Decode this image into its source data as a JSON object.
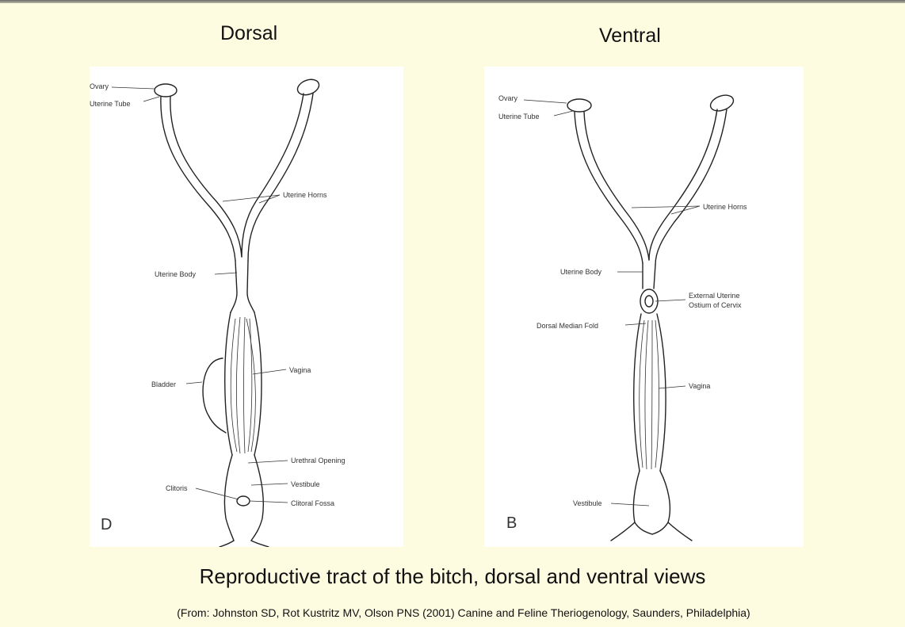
{
  "titles": {
    "dorsal": "Dorsal",
    "ventral": "Ventral"
  },
  "dorsal_panel": {
    "letter": "D",
    "labels": {
      "ovary": "Ovary",
      "uterine_tube": "Uterine Tube",
      "uterine_horns": "Uterine Horns",
      "uterine_body": "Uterine Body",
      "bladder": "Bladder",
      "vagina": "Vagina",
      "urethral_opening": "Urethral Opening",
      "vestibule": "Vestibule",
      "clitoris": "Clitoris",
      "clitoral_fossa": "Clitoral Fossa"
    }
  },
  "ventral_panel": {
    "letter": "B",
    "labels": {
      "ovary": "Ovary",
      "uterine_tube": "Uterine Tube",
      "uterine_horns": "Uterine Horns",
      "uterine_body": "Uterine Body",
      "external_uterine_1": "External Uterine",
      "external_uterine_2": "Ostium of Cervix",
      "dorsal_median_fold": "Dorsal Median Fold",
      "vagina": "Vagina",
      "vestibule": "Vestibule"
    }
  },
  "caption": "Reproductive tract of the bitch, dorsal and ventral views",
  "source": "(From: Johnston SD, Rot Kustritz MV, Olson PNS (2001) Canine and Feline Theriogenology, Saunders, Philadelphia)"
}
